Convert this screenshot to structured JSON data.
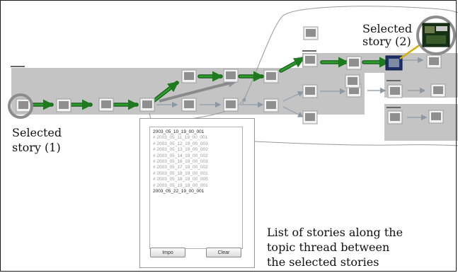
{
  "labels": {
    "story1": [
      "Selected",
      "story (1)"
    ],
    "story2": [
      "Selected",
      "story (2)"
    ],
    "caption": [
      "List of stories along the",
      "topic thread between",
      "the selected stories"
    ]
  },
  "story_list": [
    {
      "text": "2003_05_10_19_00_001",
      "style": "strong"
    },
    {
      "text": "# 2003_05_11_19_00_001",
      "style": "dim"
    },
    {
      "text": "# 2003_05_12_19_00_003",
      "style": "dim"
    },
    {
      "text": "# 2003_05_13_19_00_002",
      "style": "dim"
    },
    {
      "text": "# 2003_05_14_19_00_002",
      "style": "dim"
    },
    {
      "text": "# 2003_05_16_19_00_003",
      "style": "dim"
    },
    {
      "text": "# 2003_05_17_19_00_002",
      "style": "dim"
    },
    {
      "text": "# 2003_05_18_19_00_001",
      "style": "dim"
    },
    {
      "text": "# 2003_05_18_19_00_005",
      "style": "dim"
    },
    {
      "text": "# 2003_05_19_19_00_001",
      "style": "dim"
    },
    {
      "text": "2003_05_22_19_00_001",
      "style": "strong"
    }
  ],
  "buttons": {
    "import": "Impo",
    "clear": "Clear"
  },
  "colors": {
    "band": "#c4c4c4",
    "thread": "#2f9a2f",
    "arrow": "#9aa4ad",
    "highlight_circle": "#8c8c8c",
    "highlight_link": "#d4b000"
  }
}
